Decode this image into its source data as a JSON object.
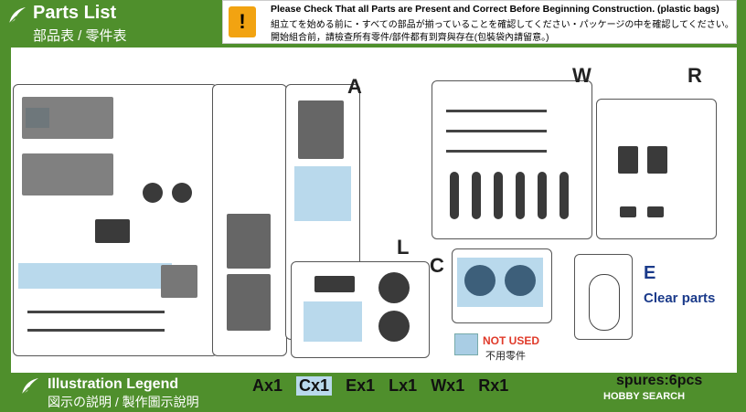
{
  "header": {
    "title": "Parts List",
    "subtitle": "部品表 / 零件表"
  },
  "notice": {
    "icon": "warning-icon",
    "line_en": "Please Check That all Parts are Present and Correct Before Beginning Construction. (plastic bags)",
    "line_ja": "組立てを始める前に・すべての部品が揃っていることを確認してください・パッケージの中を確認してください。",
    "line_zh": "開始組合前，請檢查所有零件/部件都有到齊與存在(包裝袋內請留意。)"
  },
  "sprues": {
    "a_label": "A",
    "w_label": "W",
    "r_label": "R",
    "l_label": "L",
    "c_label": "C",
    "e_label": "E",
    "clear_parts": "Clear parts"
  },
  "legend": {
    "not_used_en": "NOT USED",
    "not_used_zh": "不用零件",
    "swatch_color": "#a9cde4"
  },
  "footer": {
    "title": "Illustration Legend",
    "subtitle": "図示の説明 / 製作圖示說明",
    "counts": [
      "Ax1",
      "Cx1",
      "Ex1",
      "Lx1",
      "Wx1",
      "Rx1"
    ],
    "spures": "spures:6pcs",
    "watermark": "HOBBY SEARCH"
  },
  "colors": {
    "brand_green": "#4f8f2c",
    "not_used_blue": "#b9d9ec",
    "warning_orange": "#f2a311",
    "clear_blue": "#1a3a8a",
    "not_used_red": "#e03a2a"
  }
}
